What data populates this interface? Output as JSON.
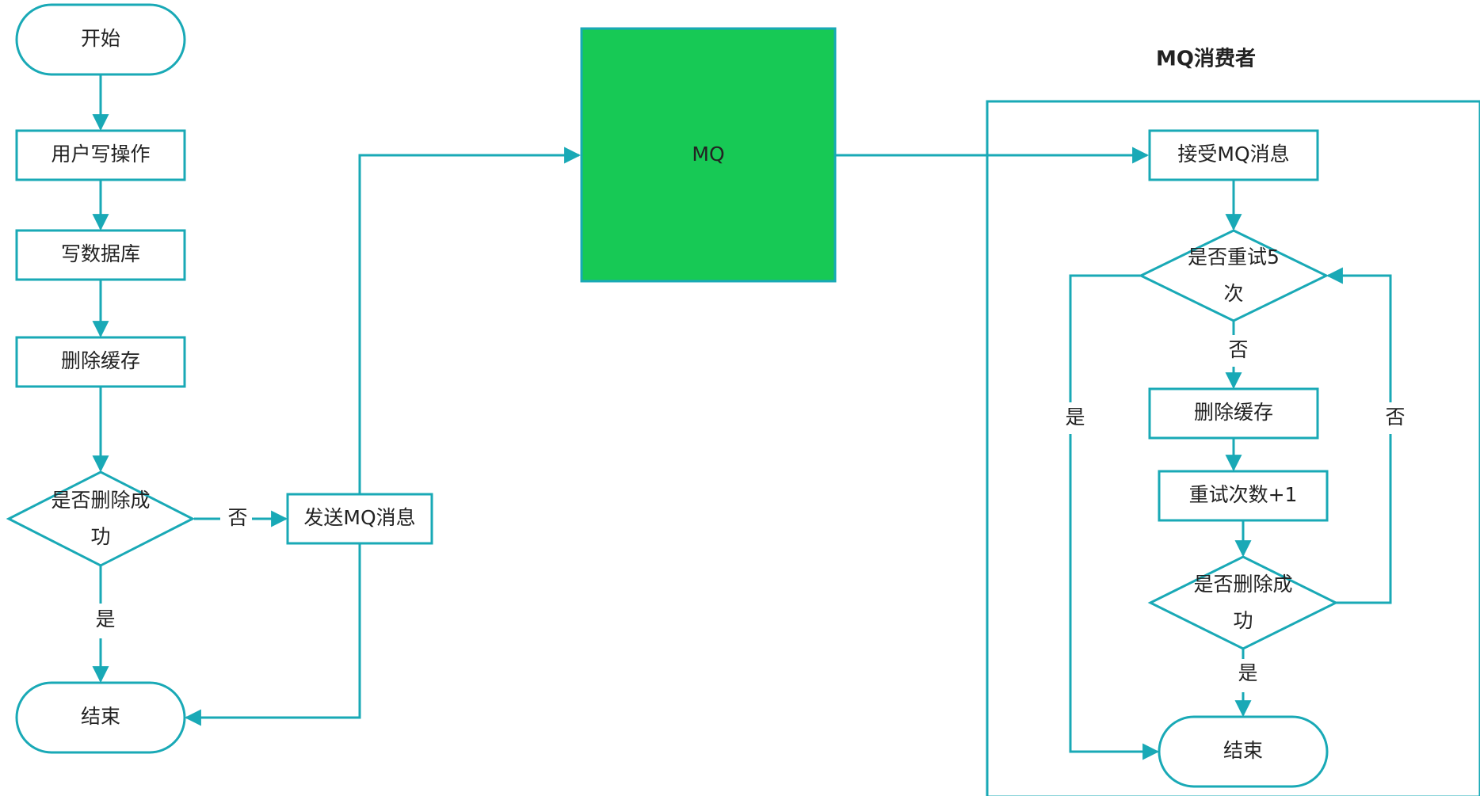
{
  "colors": {
    "stroke": "#19a9b6",
    "mq_fill": "#17c955",
    "mq_stroke": "#19a9b6",
    "text": "#222222"
  },
  "nodes": {
    "start": "开始",
    "user_write": "用户写操作",
    "write_db": "写数据库",
    "delete_cache_1": "删除缓存",
    "delete_success_1": [
      "是否删除成",
      "功"
    ],
    "send_mq": "发送MQ消息",
    "end_1": "结束",
    "mq": "MQ",
    "consumer_title": "MQ消费者",
    "receive_mq": "接受MQ消息",
    "retry_5": [
      "是否重试5",
      "次"
    ],
    "delete_cache_2": "删除缓存",
    "retry_count": "重试次数+1",
    "delete_success_2": [
      "是否删除成",
      "功"
    ],
    "end_2": "结束"
  },
  "edge_labels": {
    "no_1": "否",
    "yes_1": "是",
    "no_retry": "否",
    "yes_retry": "是",
    "no_loop": "否",
    "yes_2": "是"
  }
}
